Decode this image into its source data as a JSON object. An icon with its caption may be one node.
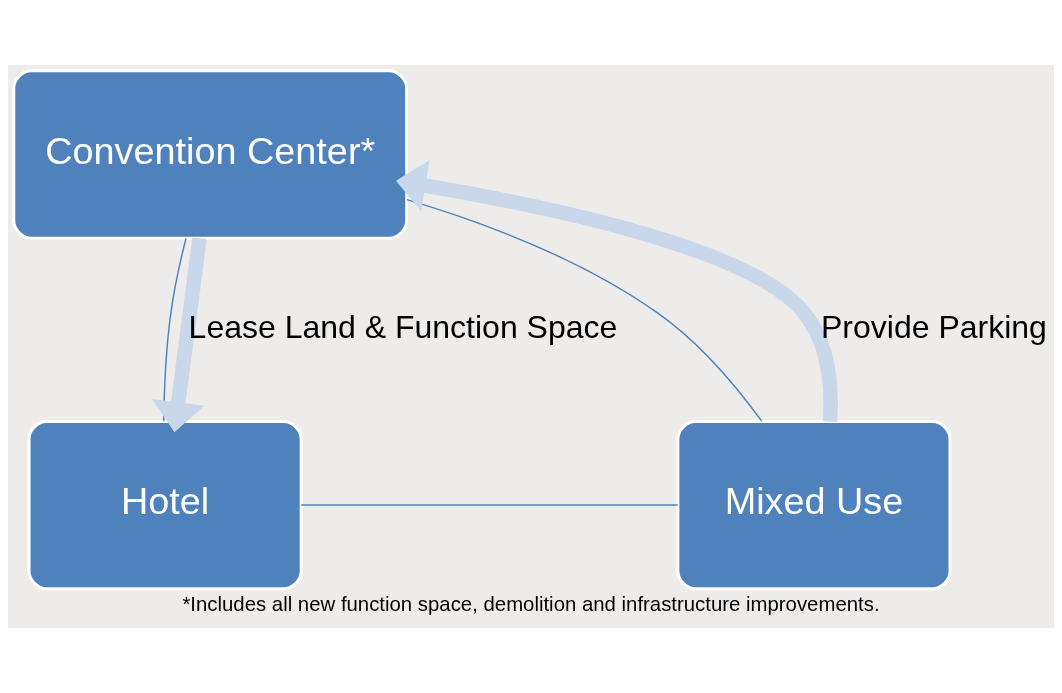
{
  "diagram": {
    "caption": "*Includes all new function space, demolition and infrastructure improvements.",
    "nodes": [
      {
        "text": [
          "Convention Center*"
        ]
      },
      {
        "text": [
          "Mixed Use"
        ]
      },
      {
        "text": [
          "Hotel"
        ]
      }
    ],
    "edges": [
      {
        "from": 0,
        "to": 2,
        "arrow": "none",
        "color": "#4f81bd"
      },
      {
        "from": 2,
        "to": 1,
        "arrow": "none",
        "color": "#4f81bd"
      },
      {
        "from": 1,
        "to": 0,
        "arrow": "none",
        "color": "#4f81bd"
      },
      {
        "from": 0,
        "to": 2,
        "arrow": "to",
        "label": "Lease Land & Function Space",
        "style": "thick",
        "color": "#c9d7ea"
      },
      {
        "from": 1,
        "to": 0,
        "arrow": "to",
        "label": "Provide Parking",
        "style": "thick",
        "color": "#c9d7ea"
      }
    ]
  }
}
